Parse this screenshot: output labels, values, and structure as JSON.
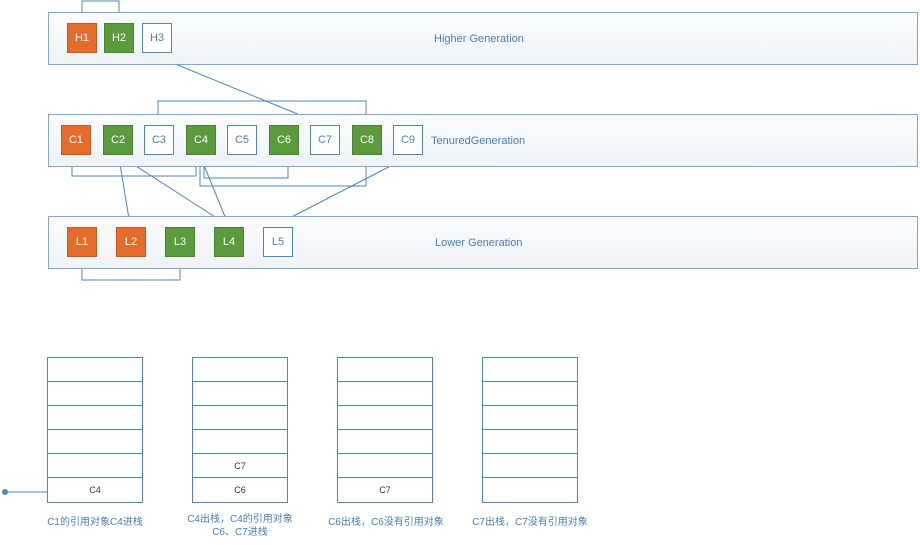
{
  "bands": {
    "higher": {
      "label": "Higher Generation"
    },
    "tenured": {
      "label": "TenuredGeneration"
    },
    "lower": {
      "label": "Lower Generation"
    }
  },
  "nodes": {
    "h1": "H1",
    "h2": "H2",
    "h3": "H3",
    "c1": "C1",
    "c2": "C2",
    "c3": "C3",
    "c4": "C4",
    "c5": "C5",
    "c6": "C6",
    "c7": "C7",
    "c8": "C8",
    "c9": "C9",
    "l1": "L1",
    "l2": "L2",
    "l3": "L3",
    "l4": "L4",
    "l5": "L5"
  },
  "colors": {
    "orange": "#e46c2c",
    "green": "#5c9a3e",
    "line": "#4f86b8"
  },
  "stacks": [
    {
      "slots": [
        "",
        "",
        "",
        "",
        "",
        "C4"
      ],
      "caption": "C1的引用对象C4进栈"
    },
    {
      "slots": [
        "",
        "",
        "",
        "",
        "C7",
        "C6"
      ],
      "caption_1": "C4出栈，C4的引用对象",
      "caption_2": "C6、C7进栈"
    },
    {
      "slots": [
        "",
        "",
        "",
        "",
        "",
        "C7"
      ],
      "caption": "C6出栈，C6没有引用对象"
    },
    {
      "slots": [
        "",
        "",
        "",
        "",
        "",
        ""
      ],
      "caption": "C7出栈，C7没有引用对象"
    }
  ]
}
